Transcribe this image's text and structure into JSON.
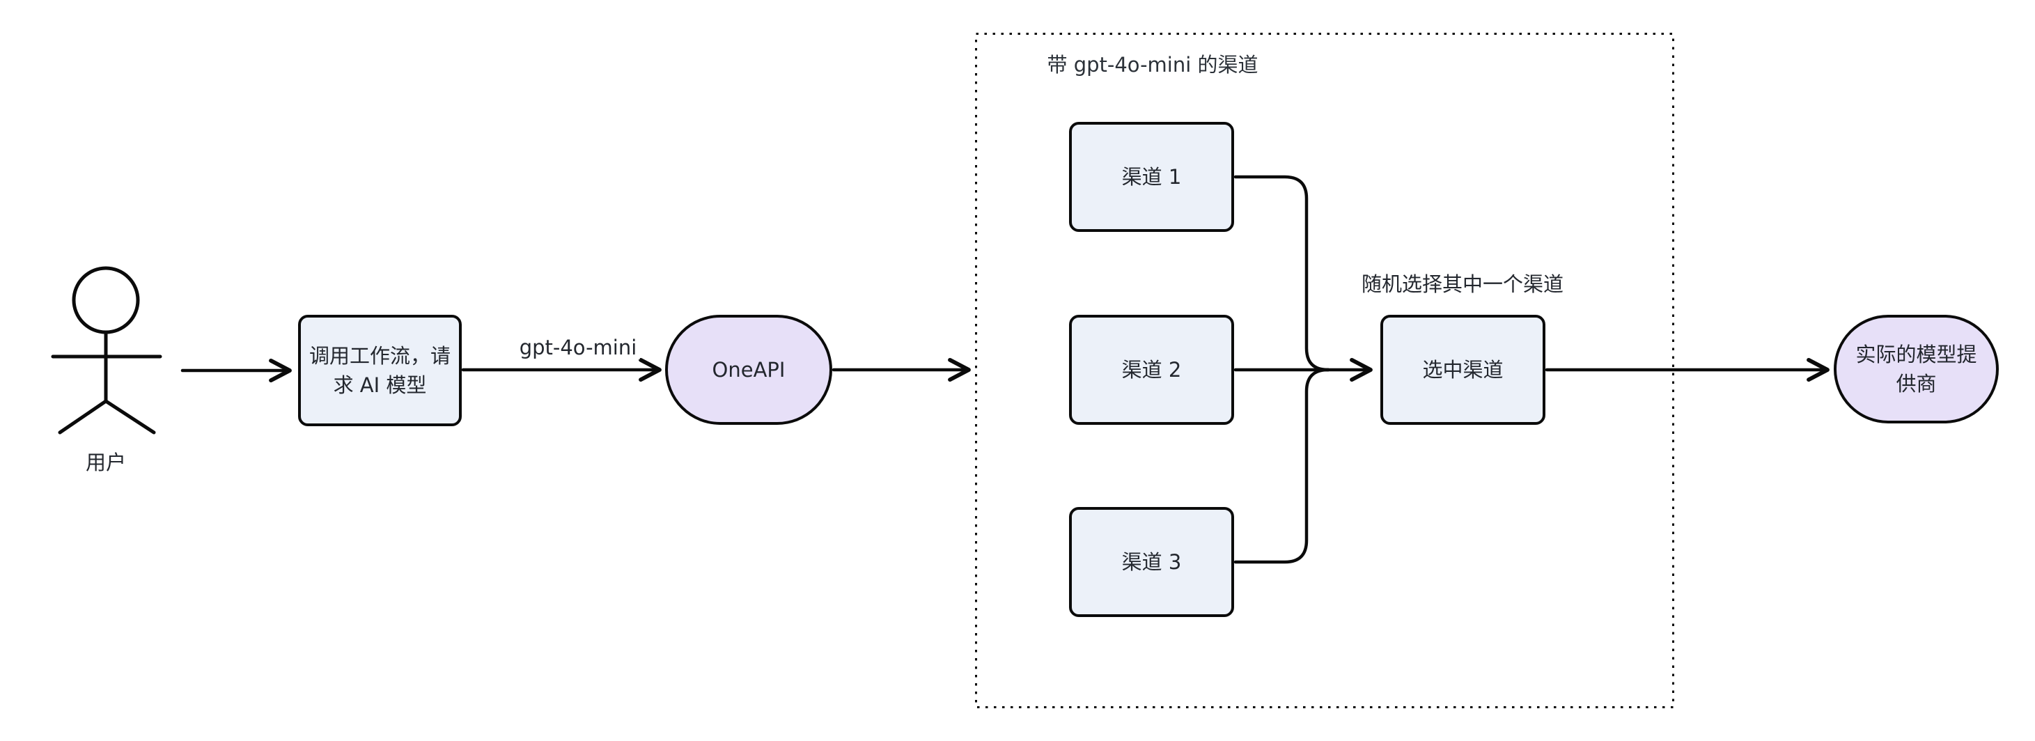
{
  "diagram": {
    "type": "flowchart",
    "background_color": "#ffffff",
    "line_color": "#0b0b0b",
    "colors": {
      "process_node_fill": "#ecf1f9",
      "stadium_node_fill": "#e7e0f8",
      "node_border": "#0b0b0b",
      "text": "#23272e"
    },
    "actor": {
      "label": "用户"
    },
    "nodes": {
      "workflow": {
        "line1": "调用工作流，请",
        "line2": "求 AI 模型"
      },
      "oneapi": {
        "label": "OneAPI"
      },
      "channel1": {
        "label": "渠道 1"
      },
      "channel2": {
        "label": "渠道 2"
      },
      "channel3": {
        "label": "渠道 3"
      },
      "selected_channel": {
        "label": "选中渠道"
      },
      "provider": {
        "line1": "实际的模型提",
        "line2": "供商"
      }
    },
    "subgraph": {
      "title": "带 gpt-4o-mini 的渠道"
    },
    "edge_labels": {
      "model_name": "gpt-4o-mini",
      "random_pick": "随机选择其中一个渠道"
    },
    "edges": [
      {
        "from": "用户",
        "to": "调用工作流，请求 AI 模型",
        "label": ""
      },
      {
        "from": "调用工作流，请求 AI 模型",
        "to": "OneAPI",
        "label": "gpt-4o-mini"
      },
      {
        "from": "OneAPI",
        "to": "带 gpt-4o-mini 的渠道",
        "label": ""
      },
      {
        "from": "渠道 1",
        "to": "选中渠道",
        "label": ""
      },
      {
        "from": "渠道 2",
        "to": "选中渠道",
        "label": "随机选择其中一个渠道"
      },
      {
        "from": "渠道 3",
        "to": "选中渠道",
        "label": ""
      },
      {
        "from": "选中渠道",
        "to": "实际的模型提供商",
        "label": ""
      }
    ]
  }
}
